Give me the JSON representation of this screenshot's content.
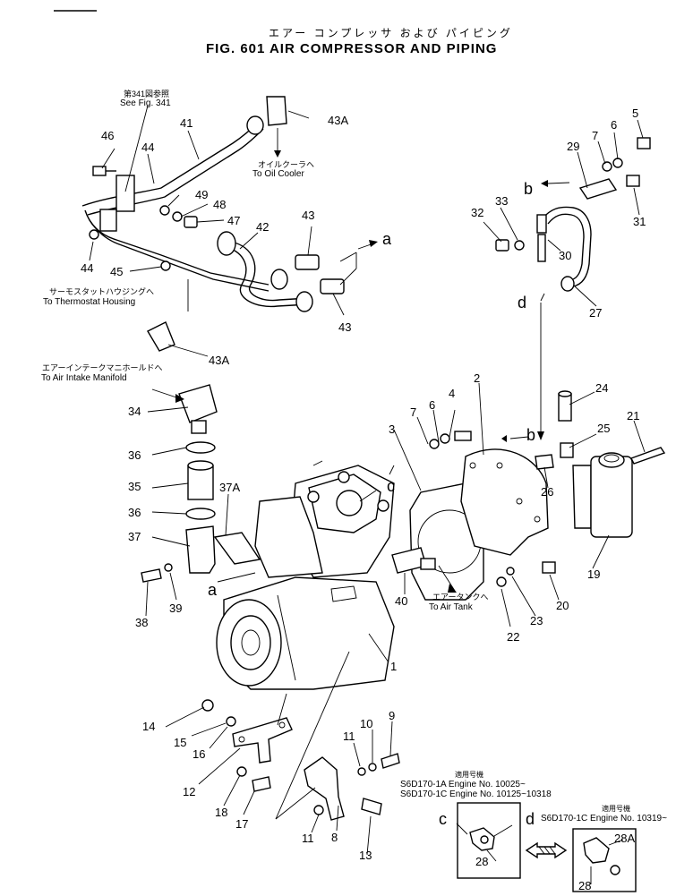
{
  "title_jp": "エアー コンプレッサ および パイピング",
  "title_en": "FIG. 601  AIR COMPRESSOR AND PIPING",
  "refs": {
    "see_fig_jp": "第341図参照",
    "see_fig_en": "See Fig. 341",
    "oil_cooler_jp": "オイルクーラヘ",
    "oil_cooler_en": "To Oil Cooler",
    "thermostat_jp": "サーモスタットハウジングへ",
    "thermostat_en": "To Thermostat Housing",
    "intake_jp": "エアーインテークマニホールドへ",
    "intake_en": "To Air Intake Manifold",
    "air_tank_jp": "エアータンクへ",
    "air_tank_en": "To Air Tank"
  },
  "serial_notes": {
    "left_jp": "適用号機",
    "left_line1": "S6D170-1A Engine No. 10025~",
    "left_line2": "S6D170-1C Engine No. 10125~10318",
    "right_jp": "適用号機",
    "right_line1": "S6D170-1C Engine No. 10319~"
  },
  "connection_letters": {
    "a": "a",
    "b": "b",
    "c": "c",
    "d": "d"
  },
  "part_numbers": [
    "1",
    "2",
    "3",
    "4",
    "5",
    "6",
    "7",
    "8",
    "9",
    "10",
    "11",
    "12",
    "13",
    "14",
    "15",
    "16",
    "17",
    "18",
    "19",
    "20",
    "21",
    "22",
    "23",
    "24",
    "25",
    "26",
    "27",
    "28",
    "28A",
    "29",
    "30",
    "31",
    "32",
    "33",
    "34",
    "35",
    "36",
    "37",
    "37A",
    "38",
    "39",
    "40",
    "41",
    "42",
    "43",
    "43A",
    "44",
    "45",
    "46",
    "47",
    "48",
    "49"
  ]
}
